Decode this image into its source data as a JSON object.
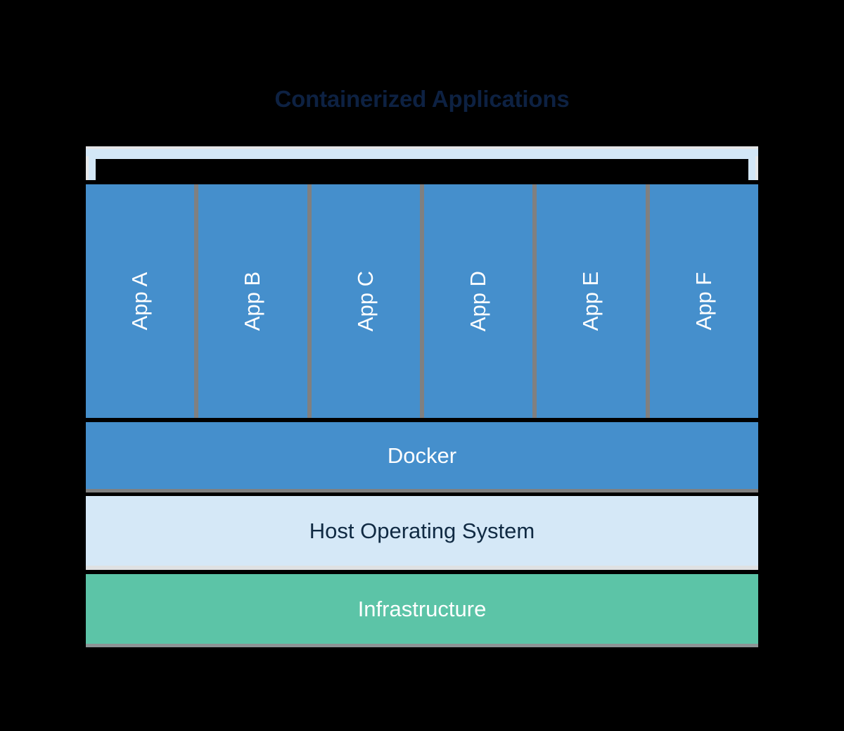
{
  "diagram": {
    "title": "Containerized Applications",
    "bracket": {
      "name": "containerized-apps-bracket",
      "color": "#d3e7f7"
    },
    "apps": [
      {
        "label": "App A"
      },
      {
        "label": "App B"
      },
      {
        "label": "App C"
      },
      {
        "label": "App D"
      },
      {
        "label": "App E"
      },
      {
        "label": "App F"
      }
    ],
    "layers": [
      {
        "label": "Docker",
        "color": "#458fcc",
        "text_color": "#ffffff"
      },
      {
        "label": "Host Operating System",
        "color": "#d5e8f7",
        "text_color": "#102a43"
      },
      {
        "label": "Infrastructure",
        "color": "#5cc4a7",
        "text_color": "#ffffff"
      }
    ],
    "colors": {
      "background": "#000000",
      "app_box": "#458fcc",
      "separator": "#808080",
      "title_text": "#0d2142"
    }
  }
}
